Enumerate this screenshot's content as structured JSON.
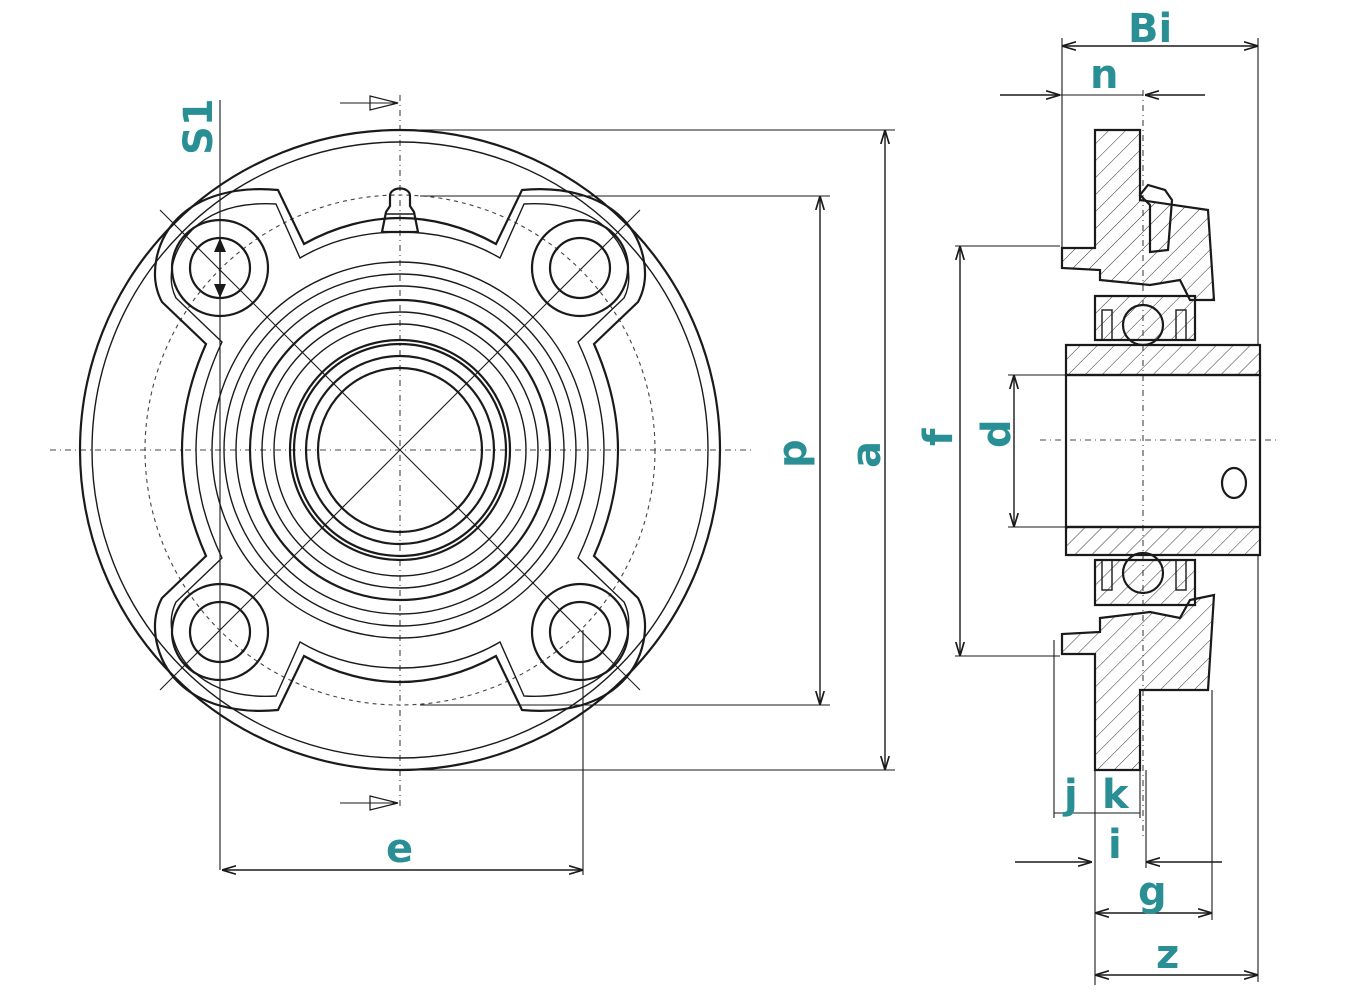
{
  "labels": {
    "S1": "S1",
    "p": "p",
    "a": "a",
    "e": "e",
    "f": "f",
    "d": "d",
    "Bi": "Bi",
    "n": "n",
    "j": "j",
    "k": "k",
    "i": "i",
    "g": "g",
    "z": "z"
  },
  "colors": {
    "label": "#2a8f94",
    "line": "#1a1a1a"
  }
}
